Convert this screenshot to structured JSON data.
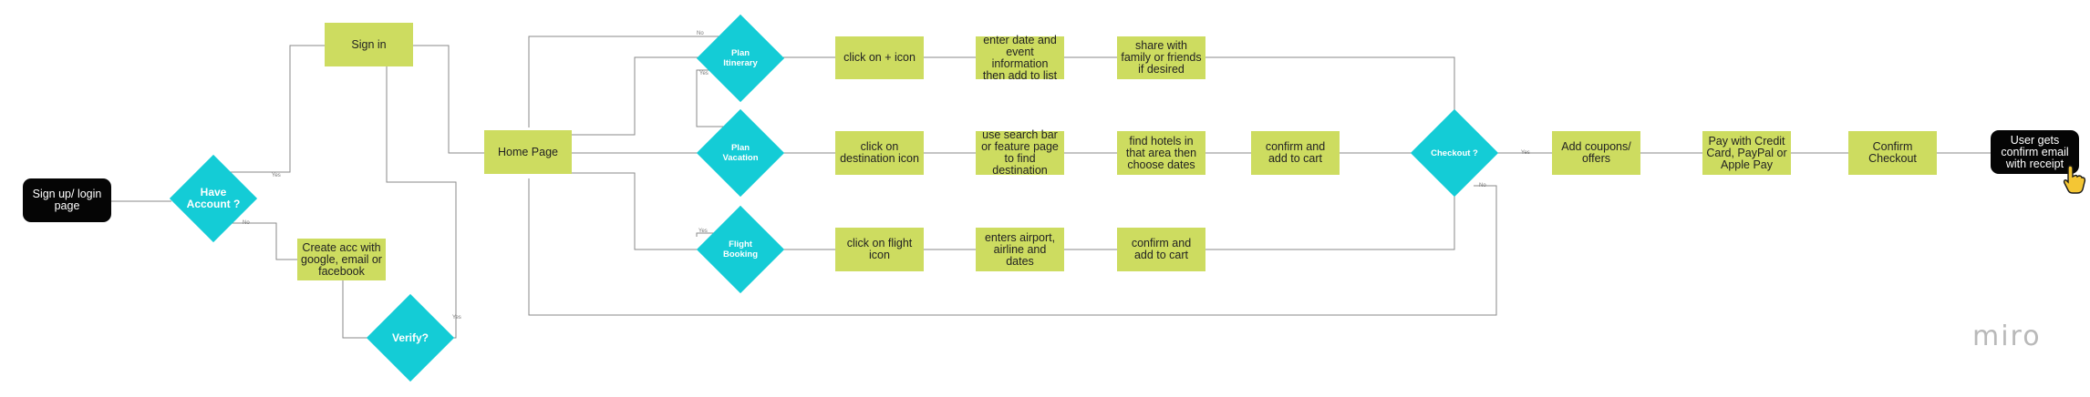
{
  "brand": "miro",
  "nodes": {
    "signup": "Sign up/ login page",
    "have_account": "Have Account ?",
    "sign_in": "Sign in",
    "create_acc": "Create acc with google, email or facebook",
    "verify": "Verify?",
    "home": "Home Page",
    "plan_itinerary": "Plan Itinerary",
    "plan_vacation": "Plan Vacation",
    "flight_booking": "Flight Booking",
    "click_plus": "click on + icon",
    "enter_date": "enter date and event information then add to list",
    "share": "share with family or friends if desired",
    "click_destination": "click on destination icon",
    "search_bar": "use search bar or feature page to find destination",
    "find_hotels": "find hotels in that area then choose dates",
    "confirm_cart_1": "confirm and add to cart",
    "checkout": "Checkout ?",
    "coupons": "Add coupons/ offers",
    "pay": "Pay with Credit Card, PayPal or Apple Pay",
    "confirm_checkout": "Confirm Checkout",
    "receipt": "User gets confirm email with receipt",
    "click_flight": "click on flight icon",
    "enters_airport": "enters airport, airline and dates",
    "confirm_cart_2": "confirm and add to cart"
  },
  "edge_labels": {
    "yes": "Yes",
    "no": "No"
  },
  "colors": {
    "process": "#cddc60",
    "decision": "#14ccd6",
    "terminal": "#050505",
    "connector": "#8a8a8a"
  }
}
